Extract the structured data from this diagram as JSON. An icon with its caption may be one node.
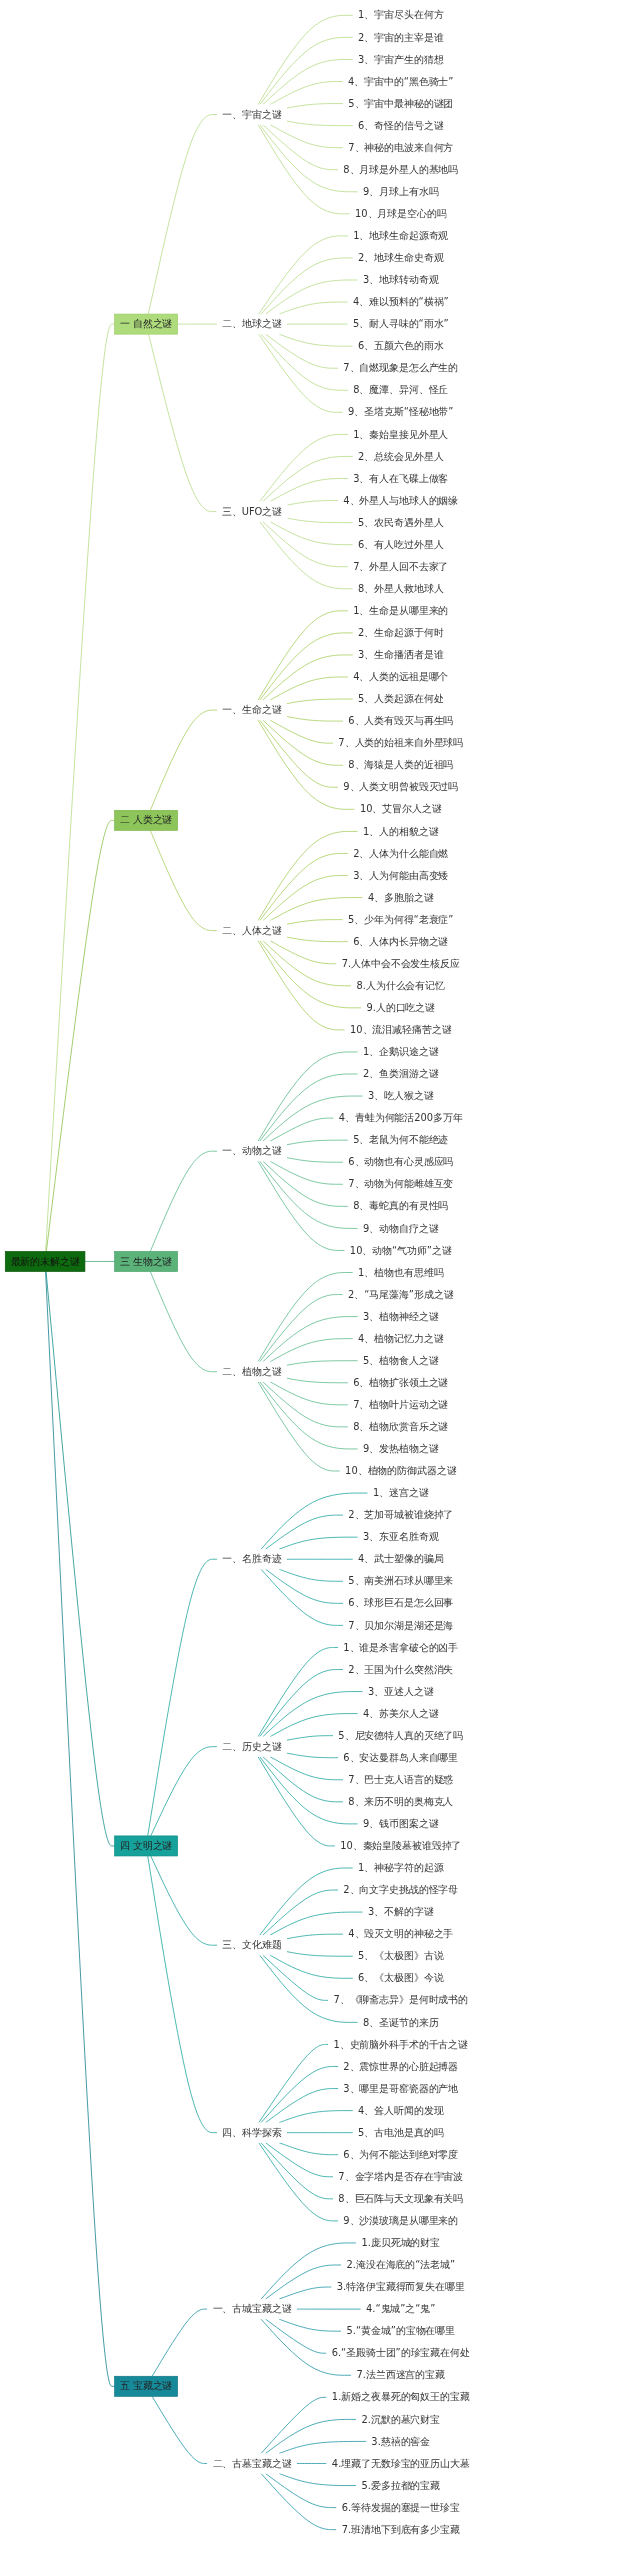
{
  "diagram": {
    "nodes": [
      {
        "text": [
          "最新的未解之谜"
        ]
      },
      {
        "text": [
          "一 自然之谜"
        ]
      },
      {
        "text": [
          "一、宇宙之谜"
        ]
      },
      {
        "text": [
          "1、宇宙尽头在何方"
        ]
      },
      {
        "text": [
          "2、宇宙的主宰是谁"
        ]
      },
      {
        "text": [
          "3、宇宙产生的猜想"
        ]
      },
      {
        "text": [
          "4、宇宙中的“黑色骑士”"
        ]
      },
      {
        "text": [
          "5、宇宙中最神秘的谜团"
        ]
      },
      {
        "text": [
          "6、奇怪的信号之谜"
        ]
      },
      {
        "text": [
          "7、神秘的电波来自何方"
        ]
      },
      {
        "text": [
          "8、月球是外星人的基地吗"
        ]
      },
      {
        "text": [
          "9、月球上有水吗"
        ]
      },
      {
        "text": [
          "10、月球是空心的吗"
        ]
      },
      {
        "text": [
          "二、地球之谜"
        ]
      },
      {
        "text": [
          "1、地球生命起源奇观"
        ]
      },
      {
        "text": [
          "2、地球生命史奇观"
        ]
      },
      {
        "text": [
          "3、地球转动奇观"
        ]
      },
      {
        "text": [
          "4、难以预料的“横祸”"
        ]
      },
      {
        "text": [
          "5、耐人寻味的“雨水”"
        ]
      },
      {
        "text": [
          "6、五颜六色的雨水"
        ]
      },
      {
        "text": [
          "7、自燃现象是怎么产生的"
        ]
      },
      {
        "text": [
          "8、魔潭、异河、怪丘"
        ]
      },
      {
        "text": [
          "9、圣塔克斯“怪秘地带”"
        ]
      },
      {
        "text": [
          "三、UFO之谜"
        ]
      },
      {
        "text": [
          "1、秦始皇接见外星人"
        ]
      },
      {
        "text": [
          "2、总统会见外星人"
        ]
      },
      {
        "text": [
          "3、有人在飞碟上做客"
        ]
      },
      {
        "text": [
          "4、外星人与地球人的姻缘"
        ]
      },
      {
        "text": [
          "5、农民奇遇外星人"
        ]
      },
      {
        "text": [
          "6、有人吃过外星人"
        ]
      },
      {
        "text": [
          "7、外星人回不去家了"
        ]
      },
      {
        "text": [
          "8、外星人救地球人"
        ]
      },
      {
        "text": [
          "二 人类之谜"
        ]
      },
      {
        "text": [
          "一、生命之谜"
        ]
      },
      {
        "text": [
          "1、生命是从哪里来的"
        ]
      },
      {
        "text": [
          "2、生命起源于何时"
        ]
      },
      {
        "text": [
          "3、生命播洒者是谁"
        ]
      },
      {
        "text": [
          "4、人类的远祖是哪个"
        ]
      },
      {
        "text": [
          "5、人类起源在何处"
        ]
      },
      {
        "text": [
          "6、人类有毁灭与再生吗"
        ]
      },
      {
        "text": [
          "7、人类的始祖来自外星球吗"
        ]
      },
      {
        "text": [
          "8、海猿是人类的近祖吗"
        ]
      },
      {
        "text": [
          "9、人类文明曾被毁灭过吗"
        ]
      },
      {
        "text": [
          "10、艾冒尔人之谜"
        ]
      },
      {
        "text": [
          "二、人体之谜"
        ]
      },
      {
        "text": [
          "1、人的相貌之谜"
        ]
      },
      {
        "text": [
          "2、人体为什么能自燃"
        ]
      },
      {
        "text": [
          "3、人为何能由高变矮"
        ]
      },
      {
        "text": [
          "4、多胞胎之谜"
        ]
      },
      {
        "text": [
          "5、少年为何得“老衰症”"
        ]
      },
      {
        "text": [
          "6、人体内长异物之谜"
        ]
      },
      {
        "text": [
          "7.人体中会不会发生核反应"
        ]
      },
      {
        "text": [
          "8.人为什么会有记忆"
        ]
      },
      {
        "text": [
          "9.人的口吃之谜"
        ]
      },
      {
        "text": [
          "10、流泪减轻痛苦之谜"
        ]
      },
      {
        "text": [
          "三 生物之谜"
        ]
      },
      {
        "text": [
          "一、动物之谜"
        ]
      },
      {
        "text": [
          "1、企鹅识途之谜"
        ]
      },
      {
        "text": [
          "2、鱼类洄游之谜"
        ]
      },
      {
        "text": [
          "3、吃人猴之谜"
        ]
      },
      {
        "text": [
          "4、青蛙为何能活200多万年"
        ]
      },
      {
        "text": [
          "5、老鼠为何不能绝迹"
        ]
      },
      {
        "text": [
          "6、动物也有心灵感应吗"
        ]
      },
      {
        "text": [
          "7、动物为何能雌雄互变"
        ]
      },
      {
        "text": [
          "8、毒蛇真的有灵性吗"
        ]
      },
      {
        "text": [
          "9、动物自疗之谜"
        ]
      },
      {
        "text": [
          "10、动物“气功师”之谜"
        ]
      },
      {
        "text": [
          "二、植物之谜"
        ]
      },
      {
        "text": [
          "1、植物也有思维吗"
        ]
      },
      {
        "text": [
          "2、“马尾藻海”形成之谜"
        ]
      },
      {
        "text": [
          "3、植物神经之谜"
        ]
      },
      {
        "text": [
          "4、植物记忆力之谜"
        ]
      },
      {
        "text": [
          "5、植物食人之谜"
        ]
      },
      {
        "text": [
          "6、植物扩张领土之谜"
        ]
      },
      {
        "text": [
          "7、植物叶片运动之谜"
        ]
      },
      {
        "text": [
          "8、植物欣赏音乐之谜"
        ]
      },
      {
        "text": [
          "9、发热植物之谜"
        ]
      },
      {
        "text": [
          "10、植物的防御武器之谜"
        ]
      },
      {
        "text": [
          "四 文明之谜"
        ]
      },
      {
        "text": [
          "一、名胜奇迹"
        ]
      },
      {
        "text": [
          "1、迷宫之谜"
        ]
      },
      {
        "text": [
          "2、芝加哥城被谁烧掉了"
        ]
      },
      {
        "text": [
          "3、东亚名胜奇观"
        ]
      },
      {
        "text": [
          "4、武士塑像的骗局"
        ]
      },
      {
        "text": [
          "5、南美洲石球从哪里来"
        ]
      },
      {
        "text": [
          "6、球形巨石是怎么回事"
        ]
      },
      {
        "text": [
          "7、贝加尔湖是湖还是海"
        ]
      },
      {
        "text": [
          "二、历史之谜"
        ]
      },
      {
        "text": [
          "1、谁是杀害拿破仑的凶手"
        ]
      },
      {
        "text": [
          "2、王国为什么突然消失"
        ]
      },
      {
        "text": [
          "3、亚述人之谜"
        ]
      },
      {
        "text": [
          "4、苏美尔人之谜"
        ]
      },
      {
        "text": [
          "5、尼安德特人真的灭绝了吗"
        ]
      },
      {
        "text": [
          "6、安达曼群岛人来自哪里"
        ]
      },
      {
        "text": [
          "7、巴士克人语言的疑惑"
        ]
      },
      {
        "text": [
          "8、来历不明的奥梅克人"
        ]
      },
      {
        "text": [
          "9、钱币图案之谜"
        ]
      },
      {
        "text": [
          "10、秦始皇陵墓被谁毁掉了"
        ]
      },
      {
        "text": [
          "三、文化难题"
        ]
      },
      {
        "text": [
          "1、神秘字符的起源"
        ]
      },
      {
        "text": [
          "2、向文字史挑战的怪字母"
        ]
      },
      {
        "text": [
          "3、不解的字谜"
        ]
      },
      {
        "text": [
          "4、毁灭文明的神秘之手"
        ]
      },
      {
        "text": [
          "5、《太极图》古说"
        ]
      },
      {
        "text": [
          "6、《太极图》今说"
        ]
      },
      {
        "text": [
          "7、《聊斋志异》是何时成书的"
        ]
      },
      {
        "text": [
          "8、圣诞节的来历"
        ]
      },
      {
        "text": [
          "四、科学探索"
        ]
      },
      {
        "text": [
          "1、史前脑外科手术的千古之谜"
        ]
      },
      {
        "text": [
          "2、震惊世界的心脏起搏器"
        ]
      },
      {
        "text": [
          "3、哪里是哥窑瓷器的产地"
        ]
      },
      {
        "text": [
          "4、耸人听闻的发现"
        ]
      },
      {
        "text": [
          "5、古电池是真的吗"
        ]
      },
      {
        "text": [
          "6、为何不能达到绝对零度"
        ]
      },
      {
        "text": [
          "7、金字塔内是否存在宇宙波"
        ]
      },
      {
        "text": [
          "8、巨石阵与天文现象有关吗"
        ]
      },
      {
        "text": [
          "9、沙漠玻璃是从哪里来的"
        ]
      },
      {
        "text": [
          "五 宝藏之谜"
        ]
      },
      {
        "text": [
          "一、古城宝藏之谜"
        ]
      },
      {
        "text": [
          "1.庞贝死城的财宝"
        ]
      },
      {
        "text": [
          "2.淹没在海底的“法老城”"
        ]
      },
      {
        "text": [
          "3.特洛伊宝藏得而复失在哪里"
        ]
      },
      {
        "text": [
          "4.“鬼城”之“鬼”"
        ]
      },
      {
        "text": [
          "5.“黄金城”的宝物在哪里"
        ]
      },
      {
        "text": [
          "6.“圣殿骑士团”的珍宝藏在何处"
        ]
      },
      {
        "text": [
          "7.法兰西迷宫的宝藏"
        ]
      },
      {
        "text": [
          "二、古墓宝藏之谜"
        ]
      },
      {
        "text": [
          "1.新婚之夜暴死的匈奴王的宝藏"
        ]
      },
      {
        "text": [
          "2.沉默的墓穴财宝"
        ]
      },
      {
        "text": [
          "3.慈禧的窖金"
        ]
      },
      {
        "text": [
          "4.埋藏了无数珍宝的亚历山大墓"
        ]
      },
      {
        "text": [
          "5.爱多拉都的宝藏"
        ]
      },
      {
        "text": [
          "6.等待发掘的塞提一世珍宝"
        ]
      },
      {
        "text": [
          "7.班清地下到底有多少宝藏"
        ]
      }
    ],
    "edges": [
      {
        "from": 0,
        "to": 1,
        "arrow": "none",
        "color": "#b5dc86"
      },
      {
        "from": 1,
        "to": 2,
        "arrow": "none",
        "color": "#b5dc86"
      },
      {
        "from": 2,
        "to": 3,
        "arrow": "none",
        "color": "#b5dc86"
      },
      {
        "from": 2,
        "to": 4,
        "arrow": "none",
        "color": "#b5dc86"
      },
      {
        "from": 2,
        "to": 5,
        "arrow": "none",
        "color": "#b5dc86"
      },
      {
        "from": 2,
        "to": 6,
        "arrow": "none",
        "color": "#b5dc86"
      },
      {
        "from": 2,
        "to": 7,
        "arrow": "none",
        "color": "#b5dc86"
      },
      {
        "from": 2,
        "to": 8,
        "arrow": "none",
        "color": "#b5dc86"
      },
      {
        "from": 2,
        "to": 9,
        "arrow": "none",
        "color": "#b5dc86"
      },
      {
        "from": 2,
        "to": 10,
        "arrow": "none",
        "color": "#b5dc86"
      },
      {
        "from": 2,
        "to": 11,
        "arrow": "none",
        "color": "#b5dc86"
      },
      {
        "from": 2,
        "to": 12,
        "arrow": "none",
        "color": "#b5dc86"
      },
      {
        "from": 1,
        "to": 13,
        "arrow": "none",
        "color": "#b5dc86"
      },
      {
        "from": 13,
        "to": 14,
        "arrow": "none",
        "color": "#b5dc86"
      },
      {
        "from": 13,
        "to": 15,
        "arrow": "none",
        "color": "#b5dc86"
      },
      {
        "from": 13,
        "to": 16,
        "arrow": "none",
        "color": "#b5dc86"
      },
      {
        "from": 13,
        "to": 17,
        "arrow": "none",
        "color": "#b5dc86"
      },
      {
        "from": 13,
        "to": 18,
        "arrow": "none",
        "color": "#b5dc86"
      },
      {
        "from": 13,
        "to": 19,
        "arrow": "none",
        "color": "#b5dc86"
      },
      {
        "from": 13,
        "to": 20,
        "arrow": "none",
        "color": "#b5dc86"
      },
      {
        "from": 13,
        "to": 21,
        "arrow": "none",
        "color": "#b5dc86"
      },
      {
        "from": 13,
        "to": 22,
        "arrow": "none",
        "color": "#b5dc86"
      },
      {
        "from": 1,
        "to": 23,
        "arrow": "none",
        "color": "#b5dc86"
      },
      {
        "from": 23,
        "to": 24,
        "arrow": "none",
        "color": "#b5dc86"
      },
      {
        "from": 23,
        "to": 25,
        "arrow": "none",
        "color": "#b5dc86"
      },
      {
        "from": 23,
        "to": 26,
        "arrow": "none",
        "color": "#b5dc86"
      },
      {
        "from": 23,
        "to": 27,
        "arrow": "none",
        "color": "#b5dc86"
      },
      {
        "from": 23,
        "to": 28,
        "arrow": "none",
        "color": "#b5dc86"
      },
      {
        "from": 23,
        "to": 29,
        "arrow": "none",
        "color": "#b5dc86"
      },
      {
        "from": 23,
        "to": 30,
        "arrow": "none",
        "color": "#b5dc86"
      },
      {
        "from": 23,
        "to": 31,
        "arrow": "none",
        "color": "#b5dc86"
      },
      {
        "from": 0,
        "to": 32,
        "arrow": "none",
        "color": "#8cc04a"
      },
      {
        "from": 32,
        "to": 33,
        "arrow": "none",
        "color": "#a8cf5e"
      },
      {
        "from": 33,
        "to": 34,
        "arrow": "none",
        "color": "#a8cf5e"
      },
      {
        "from": 33,
        "to": 35,
        "arrow": "none",
        "color": "#a8cf5e"
      },
      {
        "from": 33,
        "to": 36,
        "arrow": "none",
        "color": "#a8cf5e"
      },
      {
        "from": 33,
        "to": 37,
        "arrow": "none",
        "color": "#a8cf5e"
      },
      {
        "from": 33,
        "to": 38,
        "arrow": "none",
        "color": "#a8cf5e"
      },
      {
        "from": 33,
        "to": 39,
        "arrow": "none",
        "color": "#a8cf5e"
      },
      {
        "from": 33,
        "to": 40,
        "arrow": "none",
        "color": "#a8cf5e"
      },
      {
        "from": 33,
        "to": 41,
        "arrow": "none",
        "color": "#a8cf5e"
      },
      {
        "from": 33,
        "to": 42,
        "arrow": "none",
        "color": "#a8cf5e"
      },
      {
        "from": 33,
        "to": 43,
        "arrow": "none",
        "color": "#a8cf5e"
      },
      {
        "from": 32,
        "to": 44,
        "arrow": "none",
        "color": "#a8cf5e"
      },
      {
        "from": 44,
        "to": 45,
        "arrow": "none",
        "color": "#a8cf5e"
      },
      {
        "from": 44,
        "to": 46,
        "arrow": "none",
        "color": "#a8cf5e"
      },
      {
        "from": 44,
        "to": 47,
        "arrow": "none",
        "color": "#a8cf5e"
      },
      {
        "from": 44,
        "to": 48,
        "arrow": "none",
        "color": "#a8cf5e"
      },
      {
        "from": 44,
        "to": 49,
        "arrow": "none",
        "color": "#a8cf5e"
      },
      {
        "from": 44,
        "to": 50,
        "arrow": "none",
        "color": "#a8cf5e"
      },
      {
        "from": 44,
        "to": 51,
        "arrow": "none",
        "color": "#a8cf5e"
      },
      {
        "from": 44,
        "to": 52,
        "arrow": "none",
        "color": "#a8cf5e"
      },
      {
        "from": 44,
        "to": 53,
        "arrow": "none",
        "color": "#a8cf5e"
      },
      {
        "from": 44,
        "to": 54,
        "arrow": "none",
        "color": "#a8cf5e"
      },
      {
        "from": 0,
        "to": 55,
        "arrow": "none",
        "color": "#3fa774"
      },
      {
        "from": 55,
        "to": 56,
        "arrow": "none",
        "color": "#5dbb8c"
      },
      {
        "from": 56,
        "to": 57,
        "arrow": "none",
        "color": "#5dbb8c"
      },
      {
        "from": 56,
        "to": 58,
        "arrow": "none",
        "color": "#5dbb8c"
      },
      {
        "from": 56,
        "to": 59,
        "arrow": "none",
        "color": "#5dbb8c"
      },
      {
        "from": 56,
        "to": 60,
        "arrow": "none",
        "color": "#5dbb8c"
      },
      {
        "from": 56,
        "to": 61,
        "arrow": "none",
        "color": "#5dbb8c"
      },
      {
        "from": 56,
        "to": 62,
        "arrow": "none",
        "color": "#5dbb8c"
      },
      {
        "from": 56,
        "to": 63,
        "arrow": "none",
        "color": "#5dbb8c"
      },
      {
        "from": 56,
        "to": 64,
        "arrow": "none",
        "color": "#5dbb8c"
      },
      {
        "from": 56,
        "to": 65,
        "arrow": "none",
        "color": "#5dbb8c"
      },
      {
        "from": 56,
        "to": 66,
        "arrow": "none",
        "color": "#5dbb8c"
      },
      {
        "from": 55,
        "to": 67,
        "arrow": "none",
        "color": "#5dbb8c"
      },
      {
        "from": 67,
        "to": 68,
        "arrow": "none",
        "color": "#5dbb8c"
      },
      {
        "from": 67,
        "to": 69,
        "arrow": "none",
        "color": "#5dbb8c"
      },
      {
        "from": 67,
        "to": 70,
        "arrow": "none",
        "color": "#5dbb8c"
      },
      {
        "from": 67,
        "to": 71,
        "arrow": "none",
        "color": "#5dbb8c"
      },
      {
        "from": 67,
        "to": 72,
        "arrow": "none",
        "color": "#5dbb8c"
      },
      {
        "from": 67,
        "to": 73,
        "arrow": "none",
        "color": "#5dbb8c"
      },
      {
        "from": 67,
        "to": 74,
        "arrow": "none",
        "color": "#5dbb8c"
      },
      {
        "from": 67,
        "to": 75,
        "arrow": "none",
        "color": "#5dbb8c"
      },
      {
        "from": 67,
        "to": 76,
        "arrow": "none",
        "color": "#5dbb8c"
      },
      {
        "from": 67,
        "to": 77,
        "arrow": "none",
        "color": "#5dbb8c"
      },
      {
        "from": 0,
        "to": 78,
        "arrow": "none",
        "color": "#138f8a"
      },
      {
        "from": 78,
        "to": 79,
        "arrow": "none",
        "color": "#1ea59f"
      },
      {
        "from": 79,
        "to": 80,
        "arrow": "none",
        "color": "#1ea59f"
      },
      {
        "from": 79,
        "to": 81,
        "arrow": "none",
        "color": "#1ea59f"
      },
      {
        "from": 79,
        "to": 82,
        "arrow": "none",
        "color": "#1ea59f"
      },
      {
        "from": 79,
        "to": 83,
        "arrow": "none",
        "color": "#1ea59f"
      },
      {
        "from": 79,
        "to": 84,
        "arrow": "none",
        "color": "#1ea59f"
      },
      {
        "from": 79,
        "to": 85,
        "arrow": "none",
        "color": "#1ea59f"
      },
      {
        "from": 79,
        "to": 86,
        "arrow": "none",
        "color": "#1ea59f"
      },
      {
        "from": 78,
        "to": 87,
        "arrow": "none",
        "color": "#1ea59f"
      },
      {
        "from": 87,
        "to": 88,
        "arrow": "none",
        "color": "#1ea59f"
      },
      {
        "from": 87,
        "to": 89,
        "arrow": "none",
        "color": "#1ea59f"
      },
      {
        "from": 87,
        "to": 90,
        "arrow": "none",
        "color": "#1ea59f"
      },
      {
        "from": 87,
        "to": 91,
        "arrow": "none",
        "color": "#1ea59f"
      },
      {
        "from": 87,
        "to": 92,
        "arrow": "none",
        "color": "#1ea59f"
      },
      {
        "from": 87,
        "to": 93,
        "arrow": "none",
        "color": "#1ea59f"
      },
      {
        "from": 87,
        "to": 94,
        "arrow": "none",
        "color": "#1ea59f"
      },
      {
        "from": 87,
        "to": 95,
        "arrow": "none",
        "color": "#1ea59f"
      },
      {
        "from": 87,
        "to": 96,
        "arrow": "none",
        "color": "#1ea59f"
      },
      {
        "from": 87,
        "to": 97,
        "arrow": "none",
        "color": "#1ea59f"
      },
      {
        "from": 78,
        "to": 98,
        "arrow": "none",
        "color": "#1ea59f"
      },
      {
        "from": 98,
        "to": 99,
        "arrow": "none",
        "color": "#1ea59f"
      },
      {
        "from": 98,
        "to": 100,
        "arrow": "none",
        "color": "#1ea59f"
      },
      {
        "from": 98,
        "to": 101,
        "arrow": "none",
        "color": "#1ea59f"
      },
      {
        "from": 98,
        "to": 102,
        "arrow": "none",
        "color": "#1ea59f"
      },
      {
        "from": 98,
        "to": 103,
        "arrow": "none",
        "color": "#1ea59f"
      },
      {
        "from": 98,
        "to": 104,
        "arrow": "none",
        "color": "#1ea59f"
      },
      {
        "from": 98,
        "to": 105,
        "arrow": "none",
        "color": "#1ea59f"
      },
      {
        "from": 98,
        "to": 106,
        "arrow": "none",
        "color": "#1ea59f"
      },
      {
        "from": 78,
        "to": 107,
        "arrow": "none",
        "color": "#1ea59f"
      },
      {
        "from": 107,
        "to": 108,
        "arrow": "none",
        "color": "#1ea59f"
      },
      {
        "from": 107,
        "to": 109,
        "arrow": "none",
        "color": "#1ea59f"
      },
      {
        "from": 107,
        "to": 110,
        "arrow": "none",
        "color": "#1ea59f"
      },
      {
        "from": 107,
        "to": 111,
        "arrow": "none",
        "color": "#1ea59f"
      },
      {
        "from": 107,
        "to": 112,
        "arrow": "none",
        "color": "#1ea59f"
      },
      {
        "from": 107,
        "to": 113,
        "arrow": "none",
        "color": "#1ea59f"
      },
      {
        "from": 107,
        "to": 114,
        "arrow": "none",
        "color": "#1ea59f"
      },
      {
        "from": 107,
        "to": 115,
        "arrow": "none",
        "color": "#1ea59f"
      },
      {
        "from": 107,
        "to": 116,
        "arrow": "none",
        "color": "#1ea59f"
      },
      {
        "from": 0,
        "to": 117,
        "arrow": "none",
        "color": "#137f8e"
      },
      {
        "from": 117,
        "to": 118,
        "arrow": "none",
        "color": "#2196a6"
      },
      {
        "from": 118,
        "to": 119,
        "arrow": "none",
        "color": "#2196a6"
      },
      {
        "from": 118,
        "to": 120,
        "arrow": "none",
        "color": "#2196a6"
      },
      {
        "from": 118,
        "to": 121,
        "arrow": "none",
        "color": "#2196a6"
      },
      {
        "from": 118,
        "to": 122,
        "arrow": "none",
        "color": "#2196a6"
      },
      {
        "from": 118,
        "to": 123,
        "arrow": "none",
        "color": "#2196a6"
      },
      {
        "from": 118,
        "to": 124,
        "arrow": "none",
        "color": "#2196a6"
      },
      {
        "from": 118,
        "to": 125,
        "arrow": "none",
        "color": "#2196a6"
      },
      {
        "from": 117,
        "to": 126,
        "arrow": "none",
        "color": "#2196a6"
      },
      {
        "from": 126,
        "to": 127,
        "arrow": "none",
        "color": "#2196a6"
      },
      {
        "from": 126,
        "to": 128,
        "arrow": "none",
        "color": "#2196a6"
      },
      {
        "from": 126,
        "to": 129,
        "arrow": "none",
        "color": "#2196a6"
      },
      {
        "from": 126,
        "to": 130,
        "arrow": "none",
        "color": "#2196a6"
      },
      {
        "from": 126,
        "to": 131,
        "arrow": "none",
        "color": "#2196a6"
      },
      {
        "from": 126,
        "to": 132,
        "arrow": "none",
        "color": "#2196a6"
      },
      {
        "from": 126,
        "to": 133,
        "arrow": "none",
        "color": "#2196a6"
      }
    ]
  }
}
